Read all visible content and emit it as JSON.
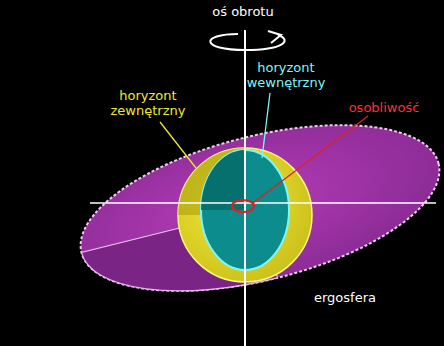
{
  "diagram": {
    "labels": [
      "oś obrotu",
      "horyzont zewnętrzny",
      "horyzont wewnętrzny",
      "osobliwość",
      "ergosfera"
    ]
  }
}
